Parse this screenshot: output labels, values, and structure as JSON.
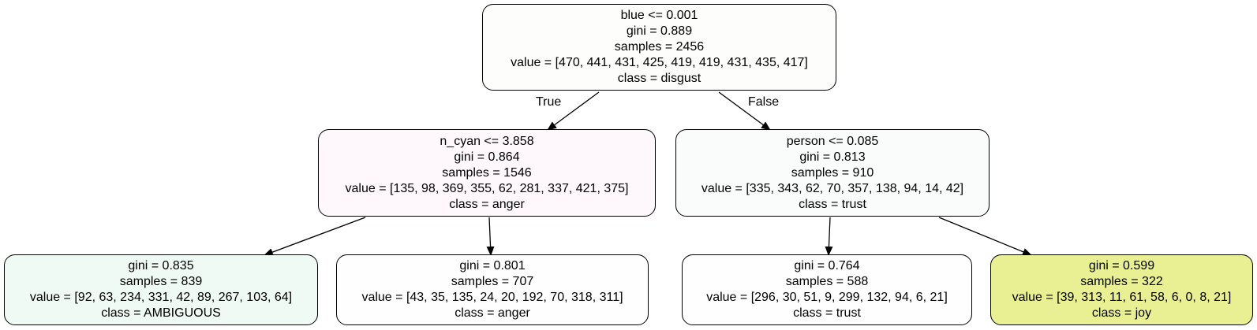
{
  "root": {
    "split": "blue <= 0.001",
    "gini": "gini = 0.889",
    "samples": "samples = 2456",
    "value": "value = [470, 441, 431, 425, 419, 419, 431, 435, 417]",
    "class": "class = disgust",
    "fill": "#fdfdfb"
  },
  "edge_labels": {
    "true": "True",
    "false": "False"
  },
  "left": {
    "split": "n_cyan <= 3.858",
    "gini": "gini = 0.864",
    "samples": "samples = 1546",
    "value": "value = [135, 98, 369, 355, 62, 281, 337, 421, 375]",
    "class": "class = anger",
    "fill": "#fef8fd"
  },
  "right": {
    "split": "person <= 0.085",
    "gini": "gini = 0.813",
    "samples": "samples = 910",
    "value": "value = [335, 343, 62, 70, 357, 138, 94, 14, 42]",
    "class": "class = trust",
    "fill": "#fafcfc"
  },
  "leaf_ll": {
    "gini": "gini = 0.835",
    "samples": "samples = 839",
    "value": "value = [92, 63, 234, 331, 42, 89, 267, 103, 64]",
    "class": "class = AMBIGUOUS",
    "fill": "#f0faf4"
  },
  "leaf_lr": {
    "gini": "gini = 0.801",
    "samples": "samples = 707",
    "value": "value = [43, 35, 135, 24, 20, 192, 70, 318, 311]",
    "class": "class = anger",
    "fill": "#fefefe"
  },
  "leaf_rl": {
    "gini": "gini = 0.764",
    "samples": "samples = 588",
    "value": "value = [296, 30, 51, 9, 299, 132, 94, 6, 21]",
    "class": "class = trust",
    "fill": "#fefefe"
  },
  "leaf_rr": {
    "gini": "gini = 0.599",
    "samples": "samples = 322",
    "value": "value = [39, 313, 11, 61, 58, 6, 0, 8, 21]",
    "class": "class = joy",
    "fill": "#e9f093"
  }
}
